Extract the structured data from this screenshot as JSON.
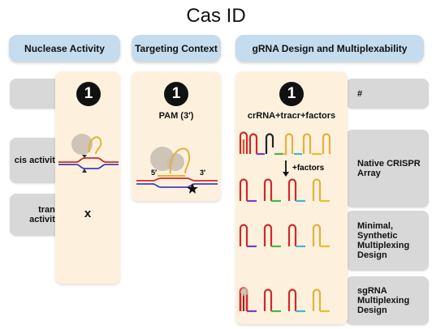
{
  "title": "Cas ID",
  "headers": {
    "nuclease": "Nuclease Activity",
    "targeting": "Targeting Context",
    "grna": "gRNA Design and Multiplexability"
  },
  "rows": {
    "count_left": "#",
    "count_right": "#",
    "cis": "cis activity",
    "trans": "trans activity",
    "native": "Native CRISPR Array",
    "minimal": "Minimal, Synthetic Multiplexing Design",
    "sgrna": "sgRNA Multiplexing Design"
  },
  "values": {
    "nuclease_count": "1",
    "targeting_count": "1",
    "grna_count": "1",
    "pam": "PAM (3′)",
    "grna_components": "crRNA+tracr+factors",
    "factors_arrow": "+factors",
    "trans_mark": "x",
    "five_prime": "5′",
    "three_prime": "3′"
  },
  "colors": {
    "header_bg": "#c5dcee",
    "panel_bg": "#fdf1dd",
    "row_bg": "#d8d8d8",
    "cas_protein": "#c9bfb3",
    "target_strand": "#cc2b2b",
    "nontarget_strand": "#3f3fbf",
    "rna_repeat": "#e0532b",
    "rna_tracr": "#e2b13d",
    "spacer_green": "#49b649",
    "spacer_purple": "#7b3fbf",
    "spacer_cyan": "#3fb6d6"
  }
}
